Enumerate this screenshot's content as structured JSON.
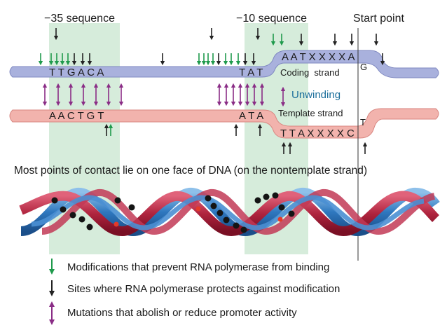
{
  "labels": {
    "minus35": "−35 sequence",
    "minus10": "−10 sequence",
    "start": "Start point",
    "coding": "Coding  strand",
    "template": "Template strand",
    "unwinding": "Unwinding",
    "contact": "Most points of contact lie on one face of DNA (on the nontemplate strand)"
  },
  "sequences": {
    "coding_35": "T T G A C A",
    "coding_10": "T A T",
    "coding_up": "A A T X X X X A",
    "coding_start_base": "G",
    "template_35": "A A C T G T",
    "template_10": "A T A",
    "template_down": "T T A X X X X C",
    "template_start_base": "T"
  },
  "legend": [
    {
      "text": "Modifications that prevent RNA polymerase from binding",
      "icon": "green-down-arrow-icon",
      "color": "#1f9a4c"
    },
    {
      "text": "Sites where RNA polymerase protects against modification",
      "icon": "black-down-arrow-icon",
      "color": "#222222"
    },
    {
      "text": "Mutations that abolish or reduce promoter activity",
      "icon": "purple-double-arrow-icon",
      "color": "#8a2d86"
    }
  ],
  "colors": {
    "coding_strand": "#a9b1dd",
    "template_strand": "#f2b3ad",
    "highlight": "#d6ecdb",
    "green_arrow": "#1f9a4c",
    "black_arrow": "#222222",
    "purple_arrow": "#8a2d86",
    "unwinding_text": "#1c6f9c"
  }
}
